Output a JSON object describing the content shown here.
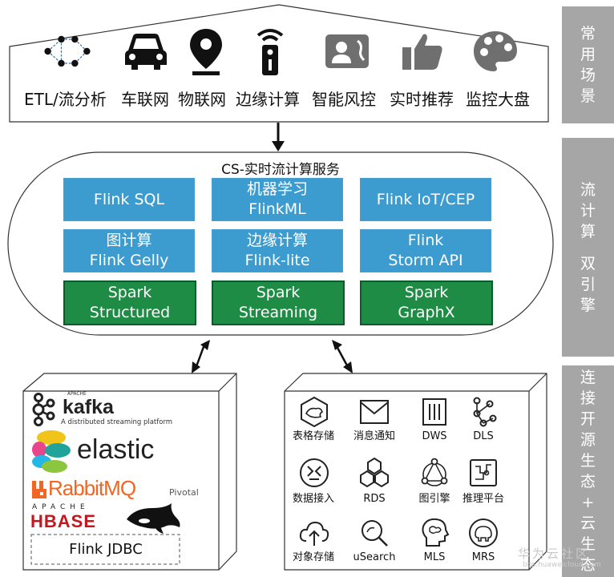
{
  "scenarios": {
    "label_side": "常用场景",
    "items": [
      {
        "label": "ETL/流分析",
        "icon": "network-nodes-icon"
      },
      {
        "label": "车联网",
        "icon": "car-icon"
      },
      {
        "label": "物联网",
        "icon": "location-pin-icon"
      },
      {
        "label": "边缘计算",
        "icon": "remote-signal-icon"
      },
      {
        "label": "智能风控",
        "icon": "contact-card-icon"
      },
      {
        "label": "实时推荐",
        "icon": "thumbs-up-icon"
      },
      {
        "label": "监控大盘",
        "icon": "palette-icon"
      }
    ]
  },
  "engine": {
    "side_label_1": "流计算",
    "side_label_2": "双引擎",
    "title": "CS-实时流计算服务",
    "services": [
      {
        "line1": "Flink SQL",
        "line2": "",
        "style": "blue"
      },
      {
        "line1": "机器学习",
        "line2": "FlinkML",
        "style": "blue"
      },
      {
        "line1": "Flink IoT/CEP",
        "line2": "",
        "style": "blue"
      },
      {
        "line1": "图计算",
        "line2": "Flink Gelly",
        "style": "blue"
      },
      {
        "line1": "边缘计算",
        "line2": "Flink-lite",
        "style": "blue"
      },
      {
        "line1": "Flink",
        "line2": "Storm API",
        "style": "blue"
      },
      {
        "line1": "Spark",
        "line2": "Structured",
        "style": "green"
      },
      {
        "line1": "Spark",
        "line2": "Streaming",
        "style": "green"
      },
      {
        "line1": "Spark",
        "line2": "GraphX",
        "style": "green"
      }
    ]
  },
  "ecosystem": {
    "side_label_1": "连接开源生态",
    "side_plus": "+",
    "side_label_2": "云生态",
    "open_source": {
      "kafka_small": "APACHE",
      "kafka": "kafka",
      "kafka_sub": "A distributed streaming platform",
      "elastic": "elastic",
      "rabbit": "RabbitMQ",
      "pivotal": "Pivotal",
      "hbase_small": "APACHE",
      "hbase": "HBASE",
      "jdbc": "Flink JDBC"
    },
    "cloud_services": [
      {
        "label": "表格存储",
        "icon": "table-store-icon"
      },
      {
        "label": "消息通知",
        "icon": "envelope-icon"
      },
      {
        "label": "DWS",
        "icon": "dws-icon"
      },
      {
        "label": "DLS",
        "icon": "dls-graph-icon"
      },
      {
        "label": "数据接入",
        "icon": "data-access-icon"
      },
      {
        "label": "RDS",
        "icon": "rds-icon"
      },
      {
        "label": "图引擎",
        "icon": "graph-engine-icon"
      },
      {
        "label": "推理平台",
        "icon": "inference-chip-icon"
      },
      {
        "label": "对象存储",
        "icon": "cloud-upload-icon"
      },
      {
        "label": "uSearch",
        "icon": "magnifier-icon"
      },
      {
        "label": "MLS",
        "icon": "brain-head-icon"
      },
      {
        "label": "MRS",
        "icon": "elephant-icon"
      }
    ]
  },
  "watermark": {
    "text": "华为云社区",
    "url": "bbs.huaweicloud.com"
  }
}
